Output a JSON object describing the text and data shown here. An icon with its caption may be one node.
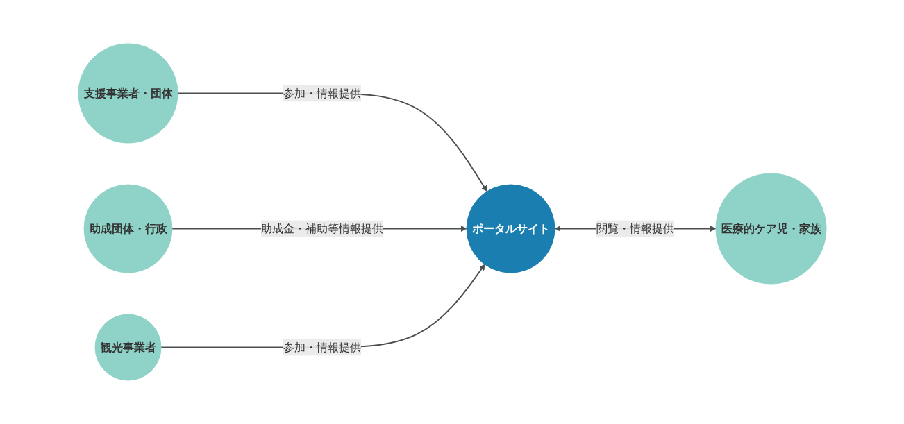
{
  "diagram": {
    "nodes": [
      {
        "text": [
          "支援事業者・団体"
        ]
      },
      {
        "text": [
          "助成団体・行政"
        ]
      },
      {
        "text": [
          "ポータルサイト"
        ]
      },
      {
        "text": [
          "観光事業者"
        ]
      },
      {
        "text": [
          "医療的ケア児・家族"
        ]
      }
    ],
    "edges": [
      {
        "from": 0,
        "to": 2,
        "arrow": "to",
        "label": "参加・情報提供"
      },
      {
        "from": 1,
        "to": 2,
        "arrow": "to",
        "label": "助成金・補助等情報提供"
      },
      {
        "from": 3,
        "to": 2,
        "arrow": "to",
        "label": "参加・情報提供"
      },
      {
        "from": 2,
        "to": 4,
        "arrow": "both",
        "label": "閲覧・情報提供"
      }
    ]
  }
}
